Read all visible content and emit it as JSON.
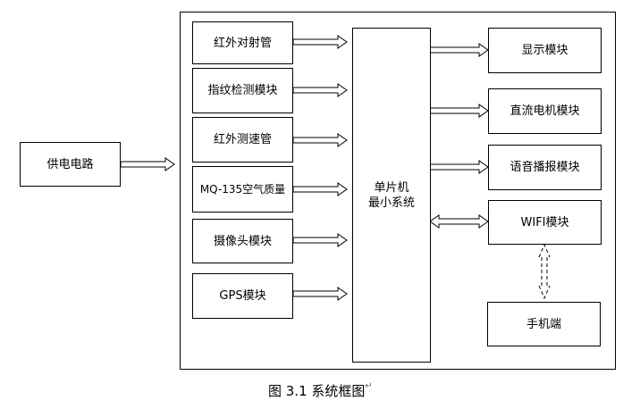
{
  "power": "供电电路",
  "inputs": [
    {
      "id": "ir-tube",
      "label": "红外对射管"
    },
    {
      "id": "fingerprint",
      "label": "指纹检测模块"
    },
    {
      "id": "ir-speed",
      "label": "红外测速管"
    },
    {
      "id": "mq135",
      "label": "MQ-135空气质量"
    },
    {
      "id": "camera",
      "label": "摄像头模块"
    },
    {
      "id": "gps",
      "label": "GPS模块"
    }
  ],
  "mcu": "单片机\n最小系统",
  "outputs": [
    {
      "id": "display",
      "label": "显示模块"
    },
    {
      "id": "dc-motor",
      "label": "直流电机模块"
    },
    {
      "id": "voice",
      "label": "语音播报模块"
    },
    {
      "id": "wifi",
      "label": "WIFI模块"
    }
  ],
  "phone": "手机端",
  "caption": "图 3.1 系统框图",
  "return_mark": "↵"
}
